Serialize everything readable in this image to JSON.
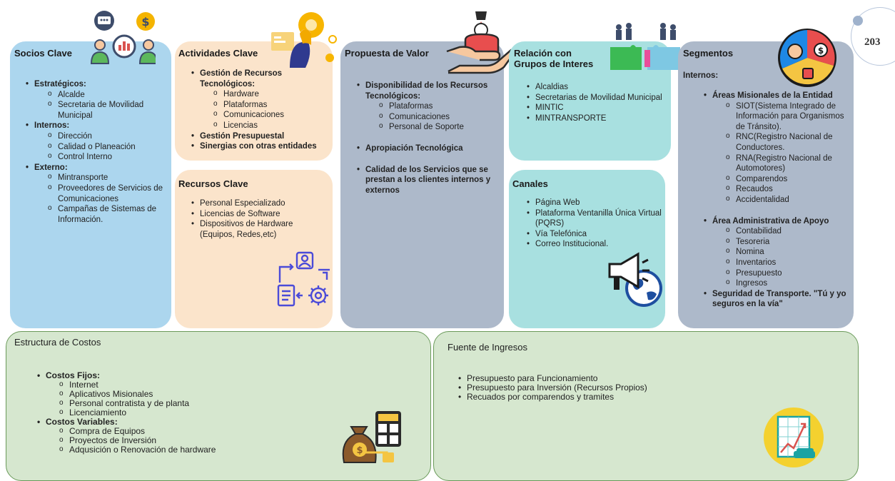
{
  "page_number": "203",
  "colors": {
    "socios": "#acd6ee",
    "actividades": "#fbe4cb",
    "recursos": "#fbe4cb",
    "propuesta": "#adb9ca",
    "relacion": "#a8e0e0",
    "canales": "#a8e0e0",
    "segmentos": "#adb9ca",
    "costos": "#d6e7cf",
    "ingresos": "#d6e7cf"
  },
  "socios": {
    "title": "Socios Clave",
    "groups": [
      {
        "label": "Estratégicos:",
        "items": [
          "Alcalde",
          "Secretaria de Movilidad Municipal"
        ]
      },
      {
        "label": "Internos:",
        "items": [
          "Dirección",
          "Calidad o Planeación",
          "Control Interno"
        ]
      },
      {
        "label": "Externo:",
        "items": [
          "Mintransporte",
          "Proveedores de Servicios de Comunicaciones",
          "Campañas de Sistemas de Información."
        ]
      }
    ]
  },
  "actividades": {
    "title": "Actividades Clave",
    "groups": [
      {
        "label": "Gestión de Recursos Tecnológicos:",
        "items": [
          "Hardware",
          "Plataformas",
          "Comunicaciones",
          "Licencias"
        ]
      },
      {
        "label": "Gestión Presupuestal",
        "items": []
      },
      {
        "label": "Sinergias con otras entidades",
        "items": []
      }
    ]
  },
  "recursos": {
    "title": "Recursos Clave",
    "items": [
      "Personal Especializado",
      "Licencias de Software",
      "Dispositivos de Hardware (Equipos, Redes,etc)"
    ]
  },
  "propuesta": {
    "title": "Propuesta de Valor",
    "groups": [
      {
        "label": "Disponibilidad de los Recursos Tecnológicos:",
        "items": [
          "Plataformas",
          "Comunicaciones",
          "Personal de Soporte"
        ]
      },
      {
        "label": "Apropiación Tecnológica",
        "items": []
      },
      {
        "label": "Calidad de los Servicios que se prestan a los clientes internos y externos",
        "items": []
      }
    ]
  },
  "relacion": {
    "title": "Relación con Grupos de Interes",
    "items": [
      "Alcaldias",
      "Secretarias de Movilidad Municipal",
      "MINTIC",
      "MINTRANSPORTE"
    ]
  },
  "canales": {
    "title": "Canales",
    "items": [
      "Página Web",
      "Plataforma Ventanilla Única Virtual (PQRS)",
      "Vía Telefónica",
      "Correo Institucional."
    ]
  },
  "segmentos": {
    "title": "Segmentos",
    "subtitle": "Internos:",
    "groups": [
      {
        "label": "Áreas Misionales de la Entidad",
        "items": [
          "SIOT(Sistema Integrado de Información para Organismos de Tránsito).",
          "RNC(Registro Nacional de Conductores.",
          "RNA(Registro Nacional de Automotores)",
          "Comparendos",
          "Recaudos",
          "Accidentalidad"
        ]
      },
      {
        "label": "Área Administrativa de Apoyo",
        "items": [
          "Contabilidad",
          "Tesoreria",
          "Nomina",
          "Inventarios",
          "Presupuesto",
          "Ingresos"
        ]
      },
      {
        "label": "Seguridad de Transporte. \"Tú y yo seguros en la vía\"",
        "items": []
      }
    ]
  },
  "costos": {
    "title": "Estructura de Costos",
    "groups": [
      {
        "label": "Costos Fijos:",
        "items": [
          "Internet",
          "Aplicativos Misionales",
          "Personal contratista y de planta",
          "Licenciamiento"
        ]
      },
      {
        "label": "Costos Variables:",
        "items": [
          "Compra de Equipos",
          "Proyectos de Inversión",
          "Adqusición o Renovación de hardware"
        ]
      }
    ]
  },
  "ingresos": {
    "title": "Fuente de Ingresos",
    "items": [
      "Presupuesto para Funcionamiento",
      "Presupuesto para Inversión (Recursos Propios)",
      "Recuados por comparendos y tramites"
    ]
  }
}
